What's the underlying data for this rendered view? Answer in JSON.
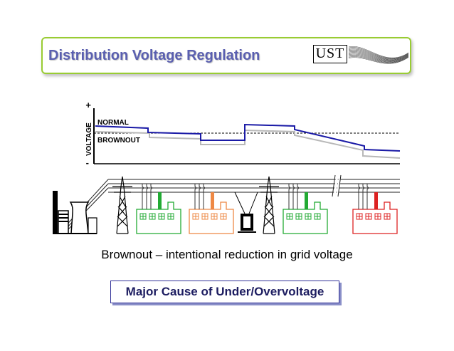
{
  "slide": {
    "title": "Distribution Voltage Regulation",
    "logo_text": "UST",
    "caption": "Brownout – intentional reduction in grid voltage",
    "cause_box": "Major Cause of Under/Overvoltage"
  },
  "graph": {
    "axis_label": "VOLTAGE",
    "plus_sign": "+",
    "minus_sign": "-",
    "normal_label": "NORMAL",
    "brownout_label": "BROWNOUT"
  },
  "colors": {
    "title": "#5a5fb0",
    "title_border": "#99cc33",
    "normal_line": "#1a1aa6",
    "brownout_line": "#b8b8b8",
    "factory_1": "#22aa33",
    "factory_2": "#ee8844",
    "factory_3": "#22aa33",
    "factory_4": "#dd2222",
    "cause_border": "#333399"
  }
}
